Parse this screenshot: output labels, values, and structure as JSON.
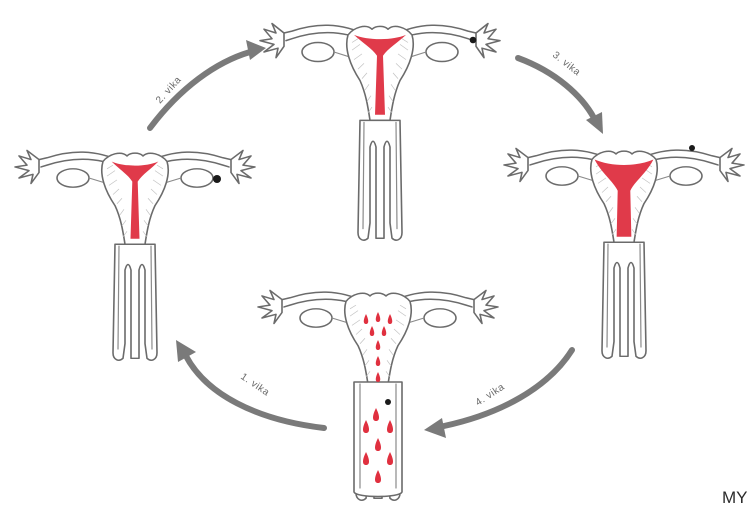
{
  "diagram": {
    "weeks": [
      {
        "id": "week-1",
        "label": "1. vika"
      },
      {
        "id": "week-2",
        "label": "2. vika"
      },
      {
        "id": "week-3",
        "label": "3. vika"
      },
      {
        "id": "week-4",
        "label": "4. vika"
      }
    ],
    "corner_mark": "MY",
    "colors": {
      "lining": "#e03a4a",
      "blood_drops": "#e0303f",
      "arrow": "#7a7a7a",
      "outline": "#6b6b6b",
      "egg": "#1a1a1a"
    }
  }
}
